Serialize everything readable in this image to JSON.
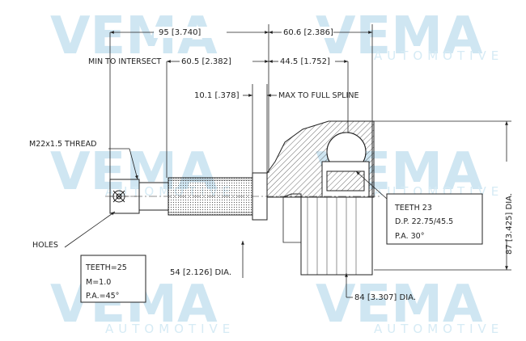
{
  "watermark": {
    "brand": "VEMA",
    "sub": "AUTOMOTIVE"
  },
  "dimensions": {
    "d95": "95 [3.740]",
    "d606": "60.6 [2.386]",
    "d605": "60.5 [2.382]",
    "d445": "44.5 [1.752]",
    "d101": "10.1 [.378]",
    "min_intersect": "MIN TO INTERSECT",
    "max_spline": "MAX TO FULL SPLINE",
    "d87": "87 [3.425] DIA.",
    "d54": "54 [2.126] DIA.",
    "d84": "84 [3.307] DIA."
  },
  "labels": {
    "thread": "M22x1.5 THREAD",
    "holes": "HOLES"
  },
  "spec_left": [
    "TEETH=25",
    "M=1.0",
    "P.A.=45°"
  ],
  "spec_right": [
    "TEETH 23",
    "D.P. 22.75/45.5",
    "P.A. 30°"
  ],
  "colors": {
    "line": "#222222",
    "watermark": "#cfe6f2"
  }
}
